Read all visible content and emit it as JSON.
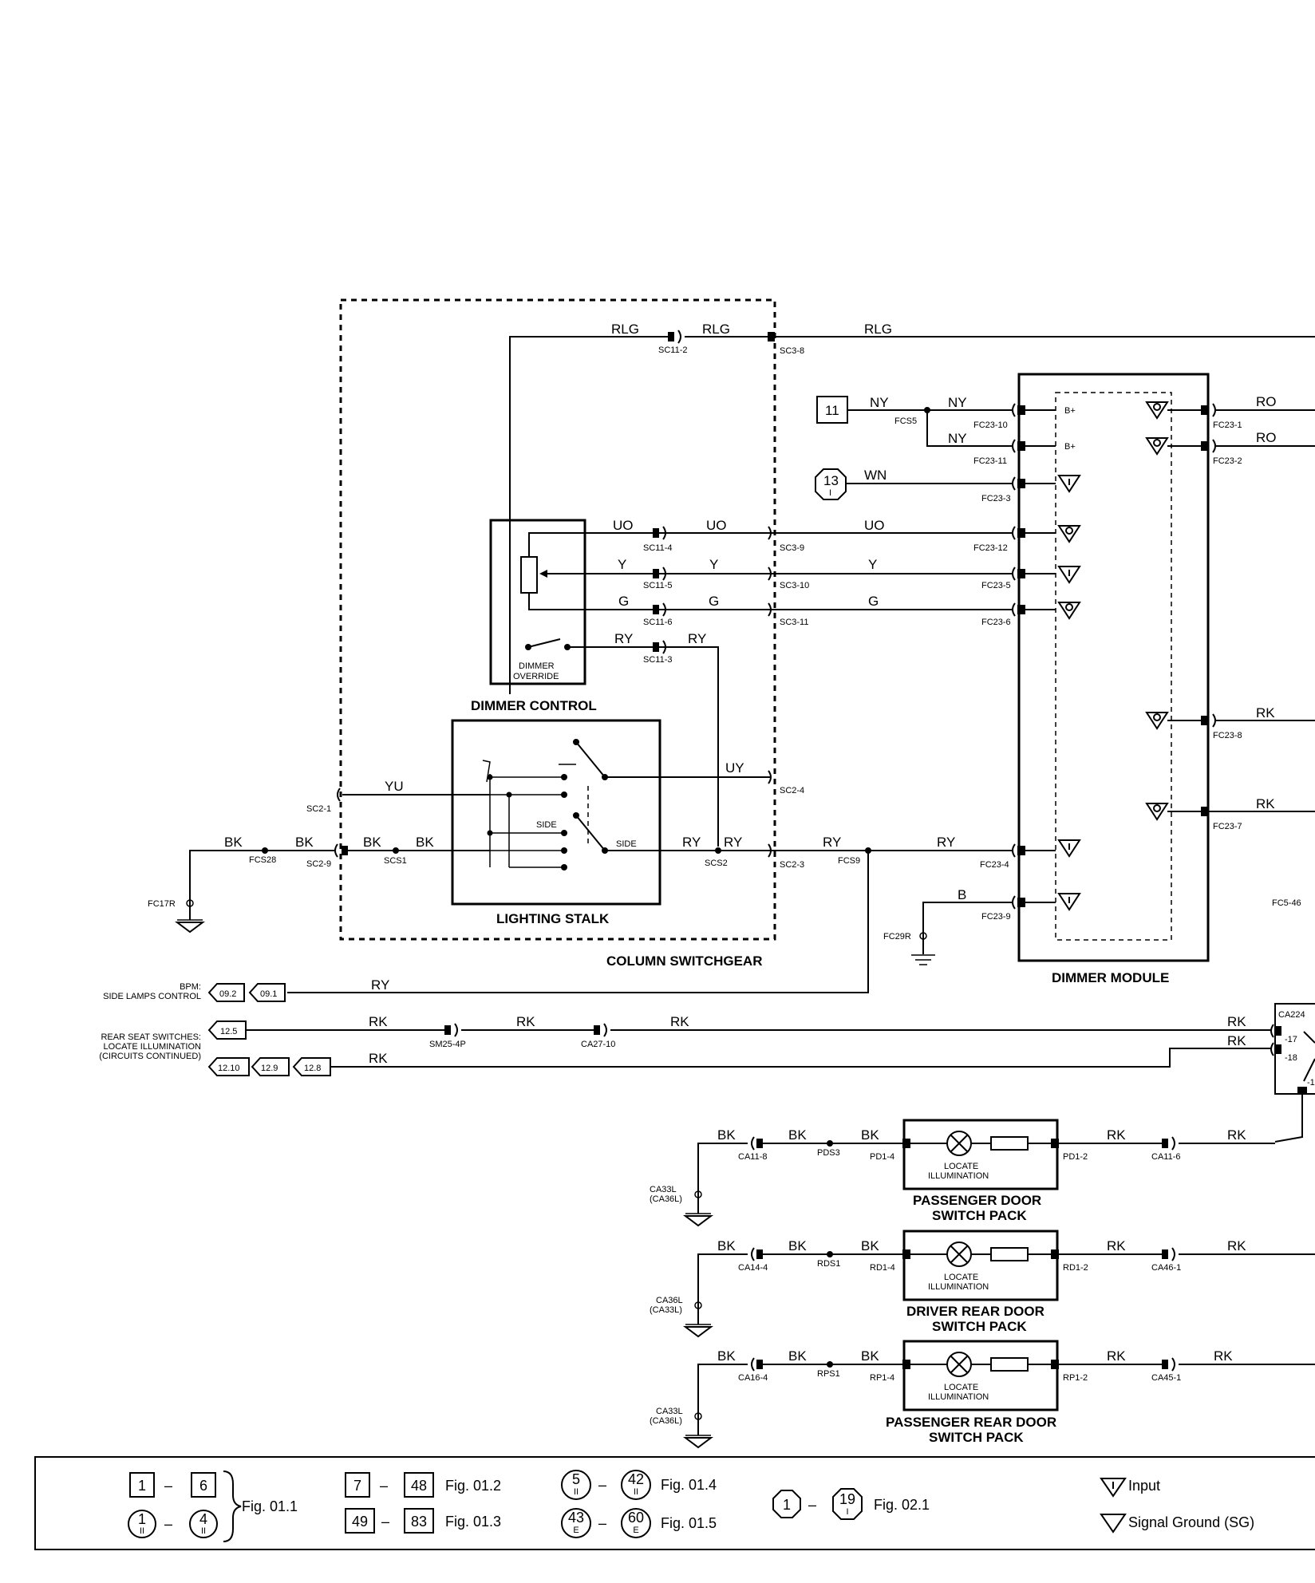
{
  "components": {
    "column_switchgear": "COLUMN SWITCHGEAR",
    "dimmer_control": "DIMMER CONTROL",
    "dimmer_override": [
      "DIMMER",
      "OVERRIDE"
    ],
    "lighting_stalk": "LIGHTING STALK",
    "side_1": "SIDE",
    "side_2": "SIDE",
    "dimmer_module": "DIMMER MODULE",
    "b_plus": "B+",
    "locate": "LOCATE",
    "illumination": "ILLUMINATION",
    "passenger_door": [
      "PASSENGER DOOR",
      "SWITCH PACK"
    ],
    "driver_rear_door": [
      "DRIVER REAR DOOR",
      "SWITCH PACK"
    ],
    "passenger_rear_door": [
      "PASSENGER REAR DOOR",
      "SWITCH PACK"
    ]
  },
  "wires": {
    "rlg": "RLG",
    "ny": "NY",
    "wn": "WN",
    "uo": "UO",
    "y": "Y",
    "g": "G",
    "ry": "RY",
    "uy": "UY",
    "yu": "YU",
    "bk": "BK",
    "b": "B",
    "ro": "RO",
    "rk": "RK"
  },
  "connectors": {
    "sc11_2": "SC11-2",
    "sc3_8": "SC3-8",
    "fcs5": "FCS5",
    "fc23_10": "FC23-10",
    "fc23_11": "FC23-11",
    "fc23_3": "FC23-3",
    "sc11_4": "SC11-4",
    "sc3_9": "SC3-9",
    "fc23_12": "FC23-12",
    "sc11_5": "SC11-5",
    "sc3_10": "SC3-10",
    "fc23_5": "FC23-5",
    "sc11_6": "SC11-6",
    "sc3_11": "SC3-11",
    "fc23_6": "FC23-6",
    "sc11_3": "SC11-3",
    "sc2_4": "SC2-4",
    "sc2_1": "SC2-1",
    "fcs28": "FCS28",
    "sc2_9": "SC2-9",
    "scs1": "SCS1",
    "scs2": "SCS2",
    "sc2_3": "SC2-3",
    "fcs9": "FCS9",
    "fc23_4": "FC23-4",
    "fc23_9": "FC23-9",
    "fc17r": "FC17R",
    "fc29r": "FC29R",
    "fc23_1": "FC23-1",
    "fc23_2": "FC23-2",
    "fc23_8": "FC23-8",
    "fc23_7": "FC23-7",
    "fc5_46": "FC5-46",
    "ca224": "CA224",
    "ca224_17": "-17",
    "ca224_18": "-18",
    "ca224_1": "-1",
    "sm25_4p": "SM25-4P",
    "ca27_10": "CA27-10",
    "ca11_8": "CA11-8",
    "pds3": "PDS3",
    "pd1_4": "PD1-4",
    "pd1_2": "PD1-2",
    "ca11_6": "CA11-6",
    "ca33l": "CA33L",
    "ca36l_p": "(CA36L)",
    "ca14_4": "CA14-4",
    "rds1": "RDS1",
    "rd1_4": "RD1-4",
    "rd1_2": "RD1-2",
    "ca46_1": "CA46-1",
    "ca36l": "CA36L",
    "ca33l_p": "(CA33L)",
    "ca16_4": "CA16-4",
    "rps1": "RPS1",
    "rp1_4": "RP1-4",
    "rp1_2": "RP1-2",
    "ca45_1": "CA45-1"
  },
  "refs": {
    "ref_11": "11",
    "ref_13": "13",
    "ref_13_sub": "I",
    "bpm_label": [
      "BPM:",
      "SIDE LAMPS CONTROL"
    ],
    "bpm_1": "09.2",
    "bpm_2": "09.1",
    "rear_label": [
      "REAR SEAT SWITCHES:",
      "LOCATE ILLUMINATION",
      "(CIRCUITS CONTINUED)"
    ],
    "rear_in": "12.5",
    "rear_1": "12.10",
    "rear_2": "12.9",
    "rear_3": "12.8"
  },
  "legend": {
    "sq_1": "1",
    "sq_6": "6",
    "c_1": "1",
    "c_1_sub": "II",
    "c_4": "4",
    "c_4_sub": "II",
    "fig_011": "Fig. 01.1",
    "sq_7": "7",
    "sq_48": "48",
    "fig_012": "Fig. 01.2",
    "sq_49": "49",
    "sq_83": "83",
    "fig_013": "Fig. 01.3",
    "c_5": "5",
    "c_5_sub": "II",
    "c_42": "42",
    "c_42_sub": "II",
    "fig_014": "Fig. 01.4",
    "c_43": "43",
    "c_43_sub": "E",
    "c_60": "60",
    "c_60_sub": "E",
    "fig_015": "Fig. 01.5",
    "o_1": "1",
    "o_19": "19",
    "o_19_sub": "I",
    "fig_021": "Fig. 02.1",
    "dash": "–",
    "input_label": "Input",
    "sg_label": "Signal Ground (SG)"
  }
}
